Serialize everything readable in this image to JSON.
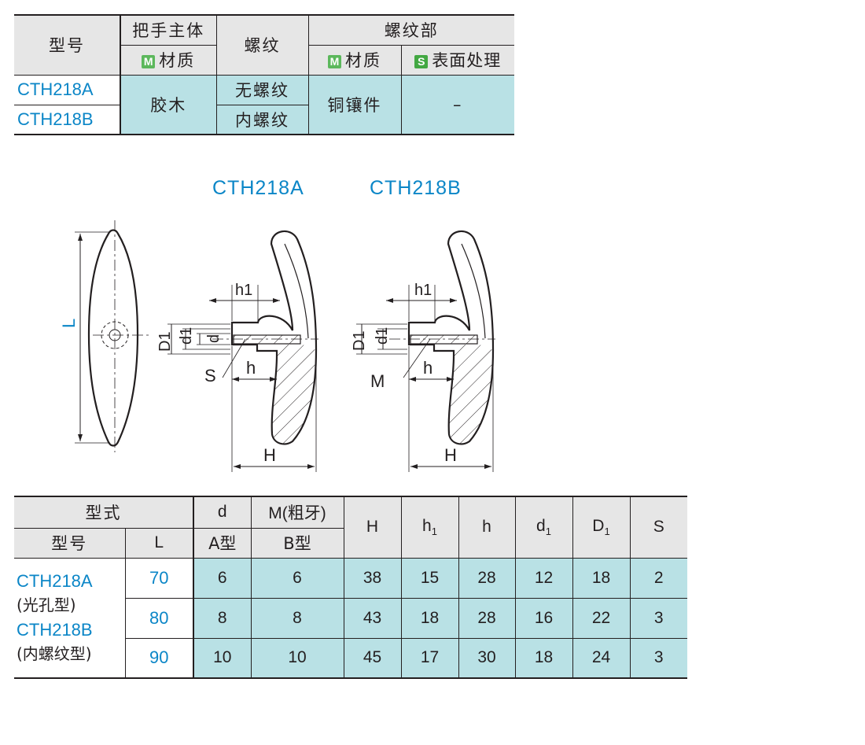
{
  "material_table": {
    "header": {
      "model": "型号",
      "handle_body": "把手主体",
      "handle_material_badge": "M",
      "handle_material": "材质",
      "thread": "螺纹",
      "thread_part": "螺纹部",
      "thread_material_badge": "M",
      "thread_material": "材质",
      "surface_badge": "S",
      "surface": "表面处理"
    },
    "models": [
      "CTH218A",
      "CTH218B"
    ],
    "body_material": "胶木",
    "threads": [
      "无螺纹",
      "内螺纹"
    ],
    "thread_material": "铜镶件",
    "surface_value": "–"
  },
  "figure": {
    "label_a": "CTH218A",
    "label_b": "CTH218B",
    "dims": {
      "L": "L",
      "D1": "D1",
      "d1": "d1",
      "d": "d",
      "h1": "h1",
      "h": "h",
      "H": "H",
      "S": "S",
      "M": "M"
    }
  },
  "dimension_table": {
    "header": {
      "type_group": "型式",
      "d": "d",
      "m": "M(粗牙)",
      "H": "H",
      "h1": "h",
      "h1_sub": "1",
      "h": "h",
      "d1": "d",
      "d1_sub": "1",
      "D1": "D",
      "D1_sub": "1",
      "S": "S",
      "model": "型号",
      "L": "L",
      "a_type": "A型",
      "b_type": "B型"
    },
    "model_lines": [
      "CTH218A",
      "(光孔型)",
      "CTH218B",
      "(内螺纹型)"
    ],
    "rows": [
      {
        "L": "70",
        "d": "6",
        "M": "6",
        "H": "38",
        "h1": "15",
        "h": "28",
        "d1": "12",
        "D1": "18",
        "S": "2"
      },
      {
        "L": "80",
        "d": "8",
        "M": "8",
        "H": "43",
        "h1": "18",
        "h": "28",
        "d1": "16",
        "D1": "22",
        "S": "3"
      },
      {
        "L": "90",
        "d": "10",
        "M": "10",
        "H": "45",
        "h1": "17",
        "h": "30",
        "d1": "18",
        "D1": "24",
        "S": "3"
      }
    ]
  },
  "colors": {
    "accent_blue": "#0b86c7",
    "cell_teal": "#b9e1e5",
    "header_gray": "#e6e6e6",
    "badge_green": "#5cb85c"
  }
}
